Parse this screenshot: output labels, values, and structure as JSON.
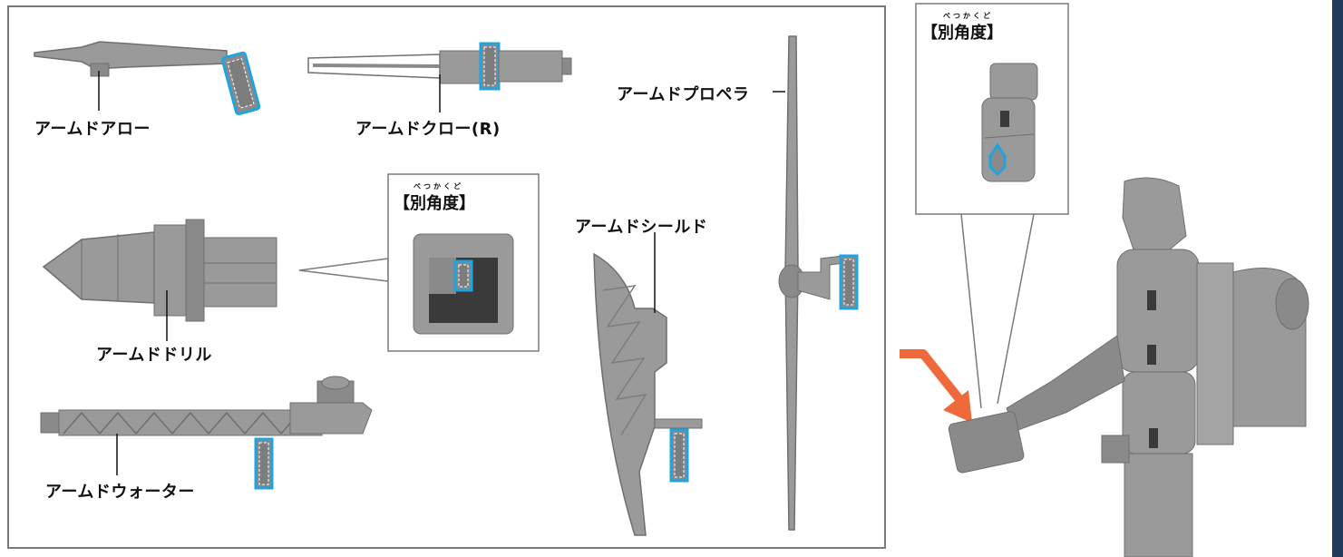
{
  "labels": {
    "arm_arrow": "アームドアロー",
    "arm_claw": "アームドクロー(R)",
    "arm_propeller": "アームドプロペラ",
    "arm_drill": "アームドドリル",
    "arm_shield": "アームドシールド",
    "arm_water": "アームドウォーター"
  },
  "angle_label": "【別角度】",
  "angle_ruby": "べつかくど",
  "colors": {
    "part": "#9a9a9a",
    "part_dark": "#7d7d7d",
    "highlight": "#1fa4e0",
    "arrow": "#ef6a3a",
    "frame": "#7a7a7a",
    "sidebar": "#1f3a5a"
  }
}
